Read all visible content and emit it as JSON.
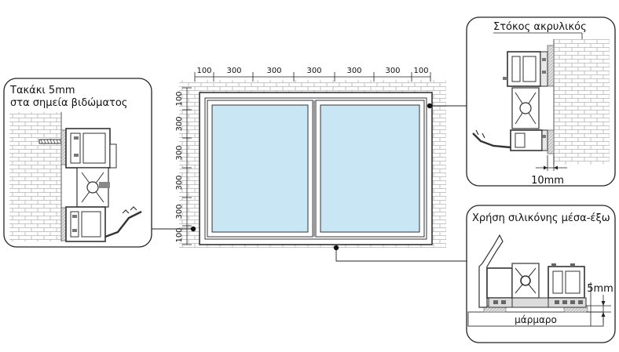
{
  "callouts": {
    "screw_pad": {
      "line1": "Τακάκι 5mm",
      "line2": "στα σημεία βιδώματος"
    },
    "acrylic_putty": {
      "title": "Στόκος ακρυλικός",
      "gap": "10mm"
    },
    "silicone": {
      "title": "Χρήση σιλικόνης μέσα-έξω",
      "gap": "5mm",
      "floor": "μάρμαρο"
    }
  },
  "dimensions": {
    "horizontal": [
      "100",
      "300",
      "300",
      "300",
      "300",
      "300",
      "100"
    ],
    "vertical": [
      "100",
      "300",
      "300",
      "300",
      "300",
      "100"
    ]
  },
  "colors": {
    "glass": "#c9e6f4",
    "wall": "#d8d8d8",
    "profile": "#555555",
    "seal": "#9a9a9a"
  }
}
